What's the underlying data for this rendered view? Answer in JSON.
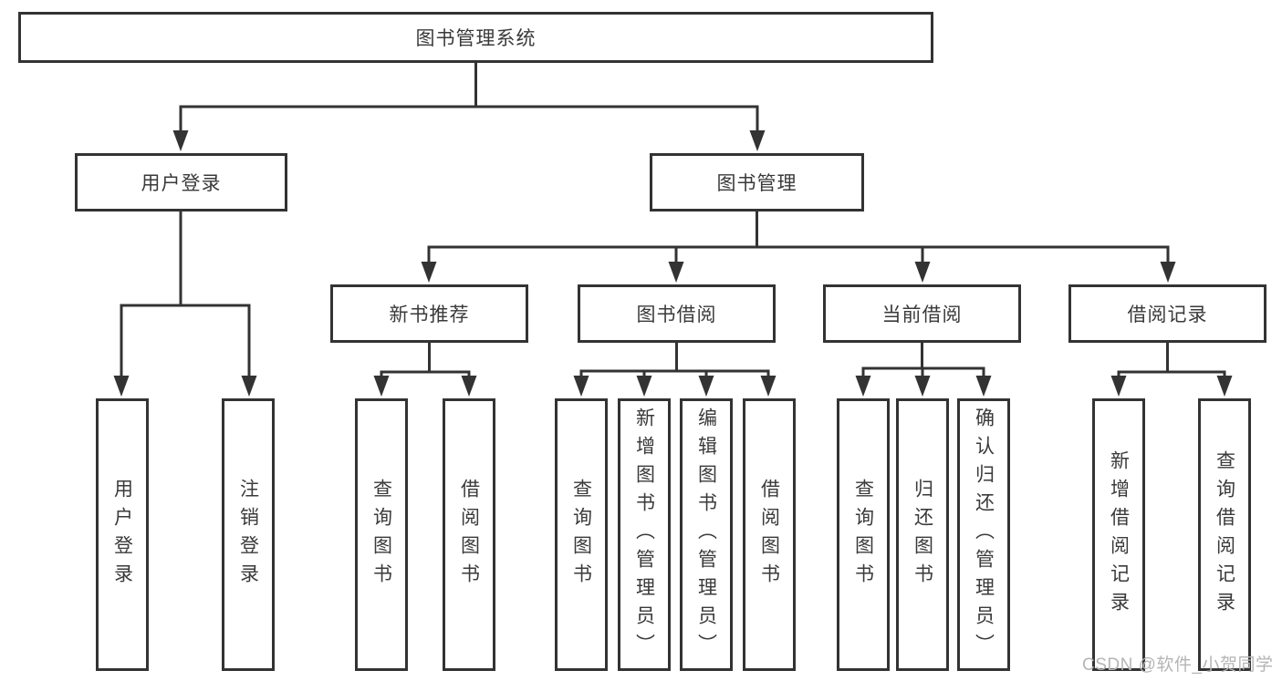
{
  "diagram": {
    "root": {
      "label": "图书管理系统"
    },
    "level2": [
      {
        "id": "user-login",
        "label": "用户登录"
      },
      {
        "id": "book-management",
        "label": "图书管理"
      }
    ],
    "level3": [
      {
        "id": "new-book-recommend",
        "label": "新书推荐"
      },
      {
        "id": "book-borrow",
        "label": "图书借阅"
      },
      {
        "id": "current-borrow",
        "label": "当前借阅"
      },
      {
        "id": "borrow-records",
        "label": "借阅记录"
      }
    ],
    "leaves": {
      "user_login": [
        "用户登录",
        "注销登录"
      ],
      "new_book": [
        "查询图书",
        "借阅图书"
      ],
      "book_borrow": [
        "查询图书",
        "新增图书（管理员）",
        "编辑图书（管理员）",
        "借阅图书"
      ],
      "current_borrow": [
        "查询图书",
        "归还图书",
        "确认归还（管理员）"
      ],
      "borrow_records": [
        "新增借阅记录",
        "查询借阅记录"
      ]
    }
  },
  "watermark": {
    "text": "CSDN @软件_小贺同学"
  },
  "colors": {
    "line": "#333333",
    "box_border": "#333333",
    "text": "#3a3a3a",
    "background": "#ffffff",
    "watermark": "#b5b5b5"
  }
}
